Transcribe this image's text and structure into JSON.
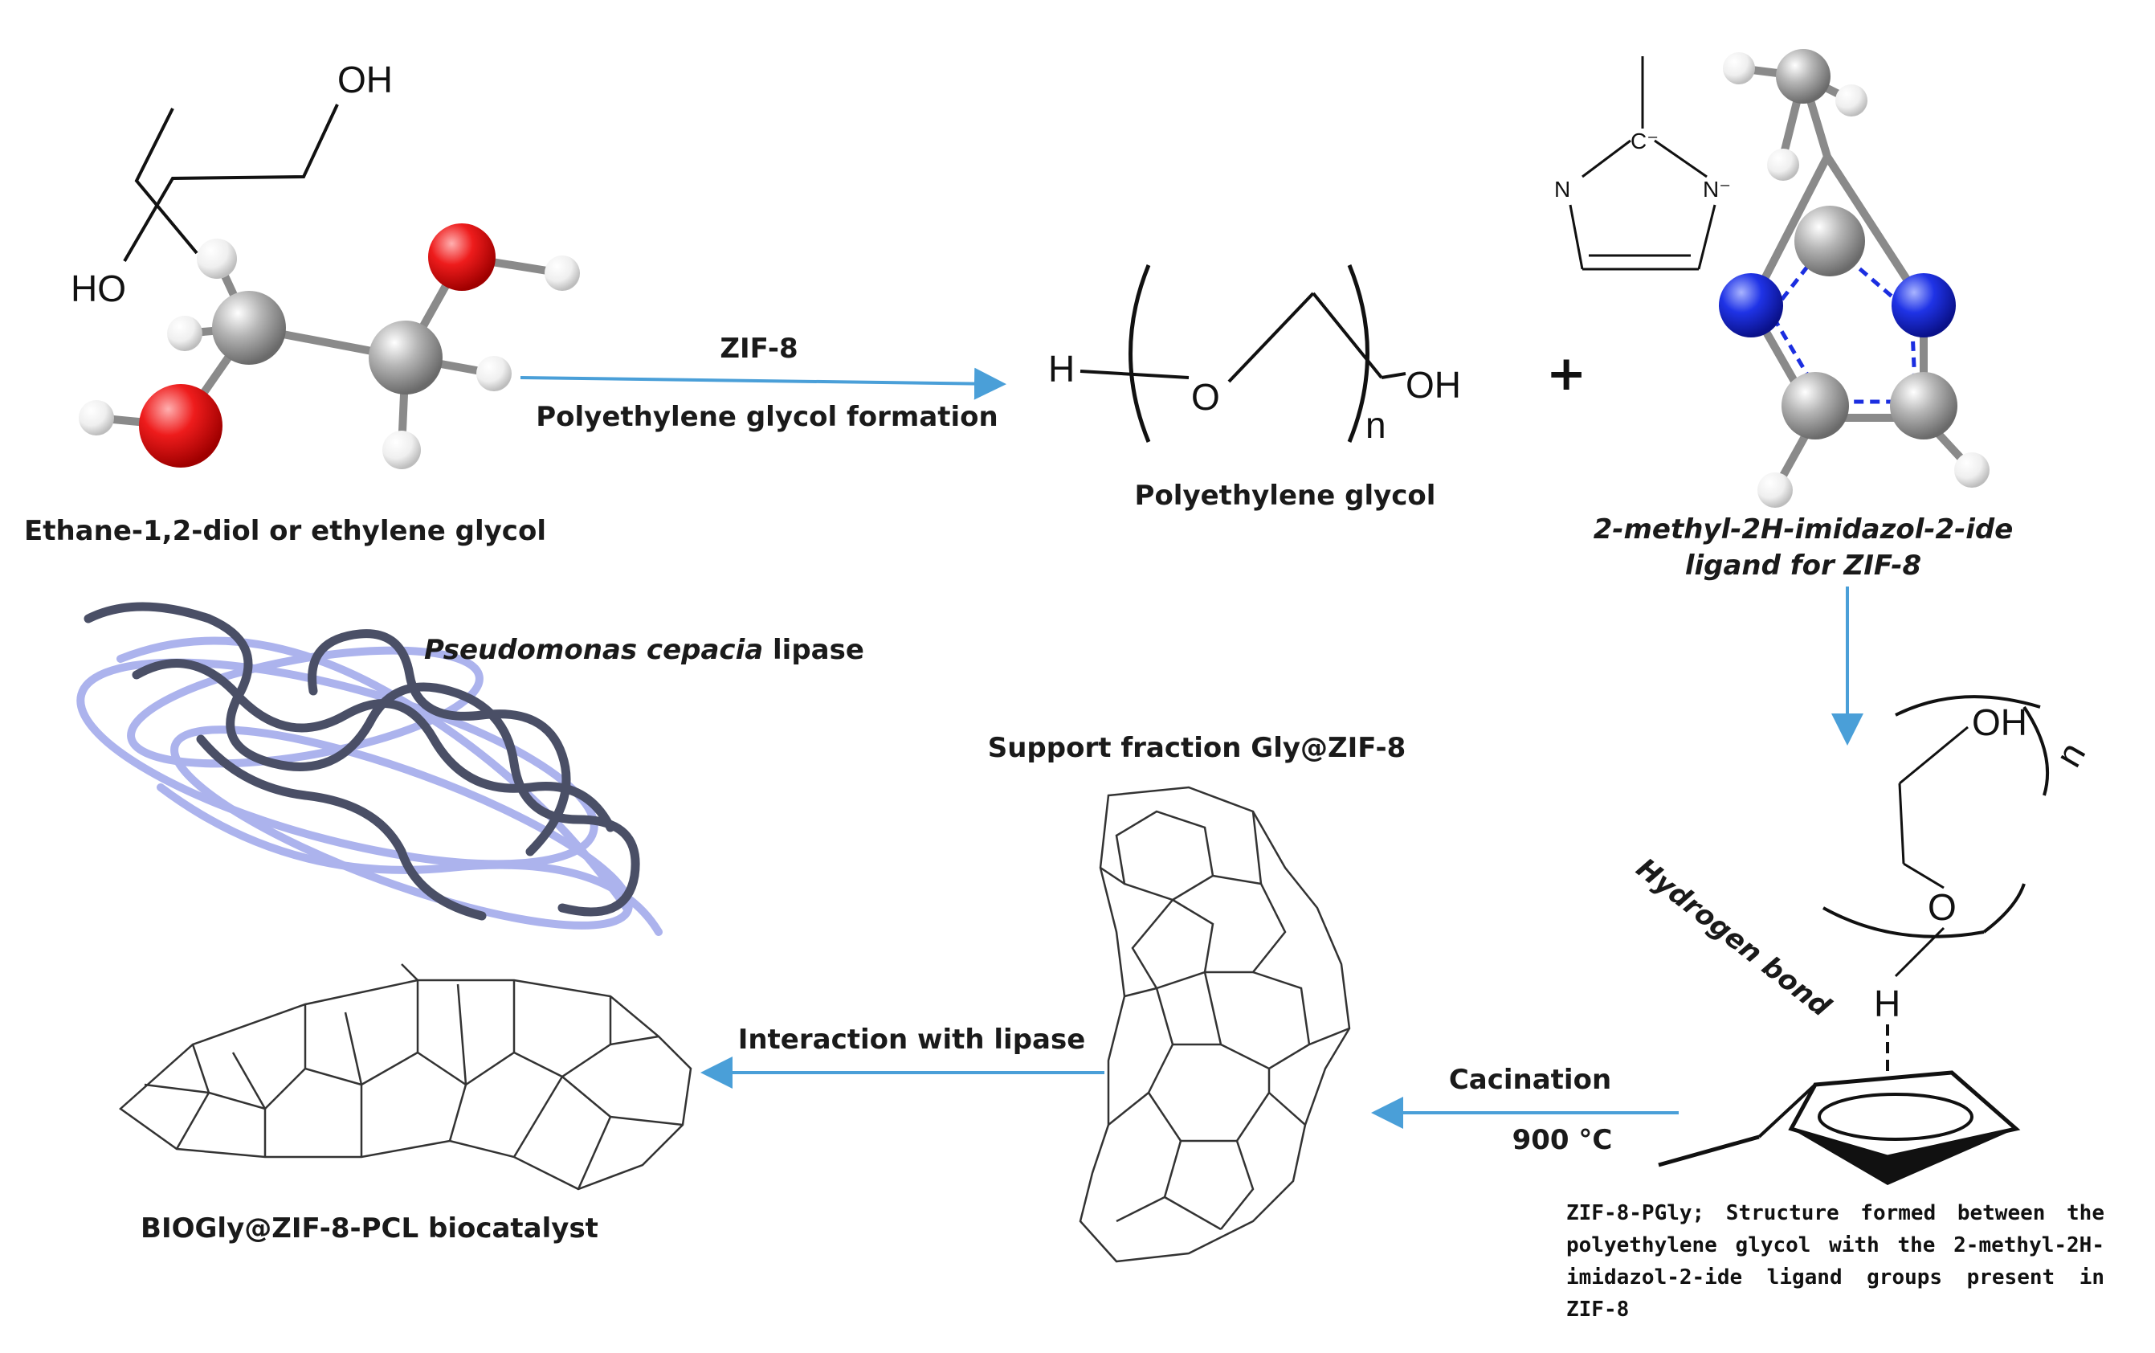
{
  "labels": {
    "ethylene_glycol": "Ethane-1,2-diol or ethylene glycol",
    "peg": "Polyethylene glycol",
    "ligand_line1": "2-methyl-2H-imidazol-2-ide",
    "ligand_line2": "ligand for ZIF-8",
    "lipase_italic": "Pseudomonas cepacia",
    "lipase_rest": " lipase",
    "support": "Support fraction Gly@ZIF-8",
    "biocatalyst": "BIOGly@ZIF-8-PCL biocatalyst",
    "hbond": "Hydrogen bond",
    "zif_pgly_note": "ZIF-8-PGly; Structure formed between the polyethylene glycol with the 2-methyl-2H-imidazol-2-ide ligand groups present in ZIF-8"
  },
  "arrows": {
    "zif8": "ZIF-8",
    "peg_formation": "Polyethylene glycol formation",
    "interaction": "Interaction with lipase",
    "cacination": "Cacination",
    "temperature": "900 °C"
  },
  "atoms": {
    "oh": "OH",
    "ho": "HO",
    "h": "H",
    "o": "O",
    "n": "n",
    "n_atom": "N",
    "n_minus": "N⁻",
    "c_minus": "C⁻",
    "plus": "+"
  },
  "colors": {
    "arrow": "#4a9fd8",
    "oxygen": "#e8141a",
    "nitrogen": "#1b2ee0",
    "carbon": "#9a9a9a",
    "hydrogen": "#f0f0f0"
  }
}
